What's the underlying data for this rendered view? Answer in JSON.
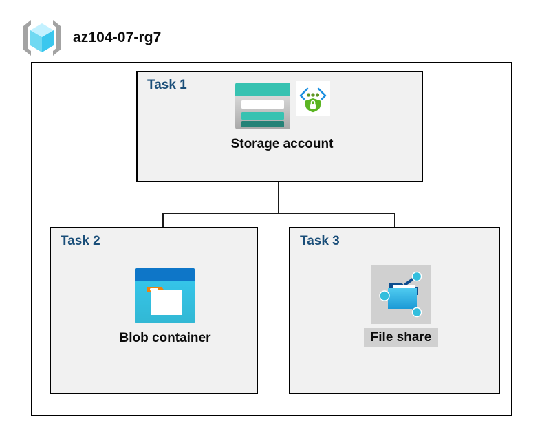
{
  "header": {
    "resource_group_name": "az104-07-rg7",
    "icon": "resource-group-icon"
  },
  "diagram": {
    "type": "azure-architecture-diagram",
    "boundary_label": "az104-07-rg7",
    "tasks": [
      {
        "id": "task-1",
        "label": "Task 1",
        "node_caption": "Storage account",
        "icons": [
          "storage-account-icon",
          "private-endpoint-icon"
        ],
        "caption_highlighted": false
      },
      {
        "id": "task-2",
        "label": "Task 2",
        "node_caption": "Blob container",
        "icons": [
          "blob-container-icon"
        ],
        "caption_highlighted": false
      },
      {
        "id": "task-3",
        "label": "Task 3",
        "node_caption": "File share",
        "icons": [
          "file-share-icon"
        ],
        "caption_highlighted": true
      }
    ],
    "connections": [
      {
        "from": "Storage account",
        "to": "Blob container"
      },
      {
        "from": "Storage account",
        "to": "File share"
      }
    ]
  },
  "colors": {
    "task_label": "#1a4e79",
    "task_box_fill": "#f1f1f1",
    "boundary_stroke": "#000000",
    "storage_teal": "#37c2b1",
    "storage_teal_dark": "#258277",
    "blob_blue_dark": "#0078d4",
    "blob_cyan": "#32bedd",
    "blob_tab_orange": "#f2810c",
    "fileshare_blue": "#32bedd",
    "endpoint_green": "#5e9624",
    "endpoint_blue": "#0078d4",
    "rg_cube_cyan": "#9cebff",
    "rg_bracket_gray": "#a0a0a0",
    "highlight_gray": "#d0d0d0"
  }
}
